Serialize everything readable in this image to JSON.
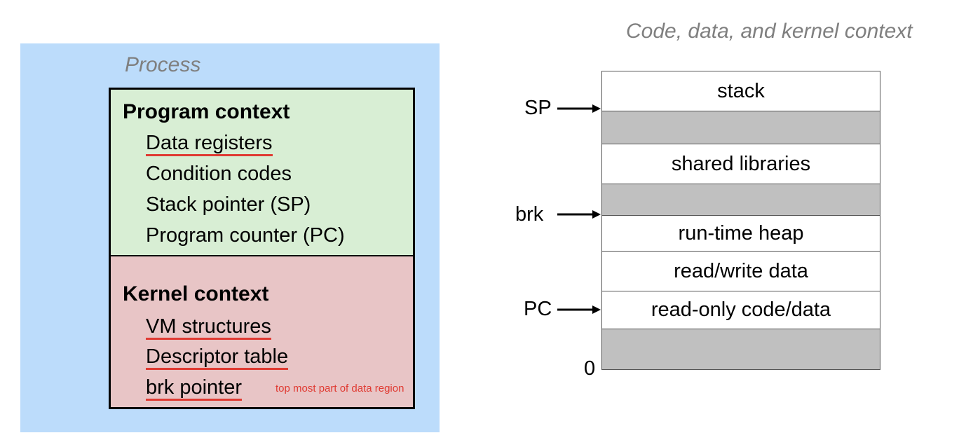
{
  "process": {
    "label": "Process",
    "program_context": {
      "heading": "Program context",
      "items": [
        "Data registers",
        "Condition codes",
        "Stack pointer (SP)",
        "Program counter (PC)"
      ]
    },
    "kernel_context": {
      "heading": "Kernel context",
      "items": [
        "VM structures",
        "Descriptor table",
        "brk pointer"
      ],
      "annotation": "top most part of data region"
    }
  },
  "memory": {
    "title": "Code, data, and kernel context",
    "segments": [
      {
        "label": "stack",
        "shaded": false
      },
      {
        "label": "",
        "shaded": true
      },
      {
        "label": "shared libraries",
        "shaded": false
      },
      {
        "label": "",
        "shaded": true
      },
      {
        "label": "run-time heap",
        "shaded": false
      },
      {
        "label": "read/write data",
        "shaded": false
      },
      {
        "label": "read-only code/data",
        "shaded": false
      },
      {
        "label": "",
        "shaded": true
      }
    ],
    "pointers": {
      "sp": "SP",
      "brk": "brk",
      "pc": "PC",
      "zero": "0"
    }
  },
  "colors": {
    "process_bg": "#bcdcfb",
    "program_context_bg": "#d8eed4",
    "kernel_context_bg": "#e8c5c6",
    "underline": "#e03a32",
    "shaded_segment": "#c0c0c0",
    "title_gray": "#7f7f7f"
  }
}
